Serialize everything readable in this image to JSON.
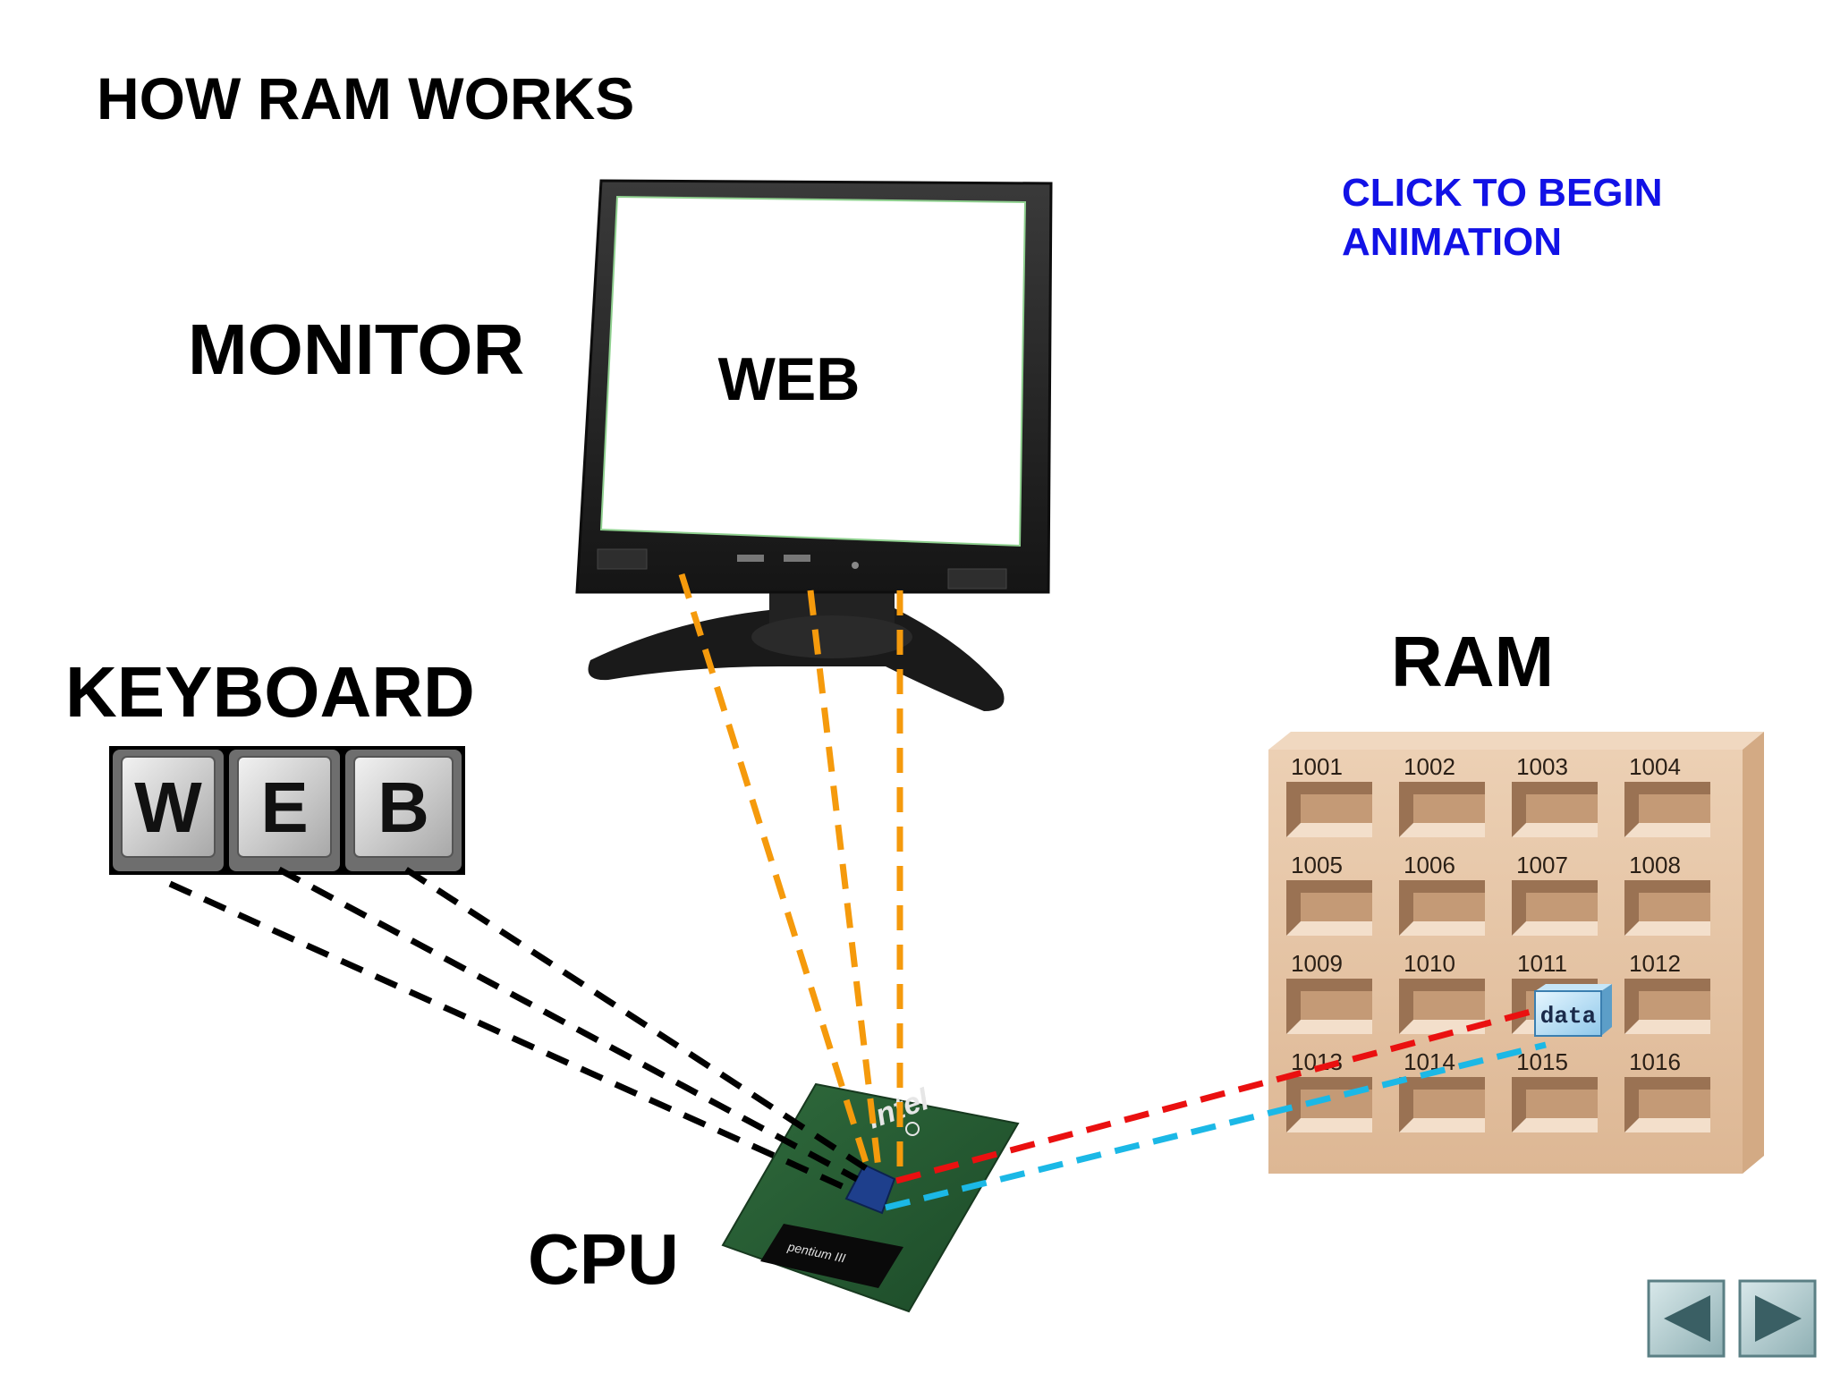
{
  "title": "HOW RAM WORKS",
  "labels": {
    "monitor": "MONITOR",
    "keyboard": "KEYBOARD",
    "ram": "RAM",
    "cpu": "CPU"
  },
  "click_prompt": {
    "line1": "CLICK TO BEGIN",
    "line2": "ANIMATION"
  },
  "screen_text": "WEB",
  "keys": [
    "W",
    "E",
    "B"
  ],
  "ram_cells": [
    "1001",
    "1002",
    "1003",
    "1004",
    "1005",
    "1006",
    "1007",
    "1008",
    "1009",
    "1010",
    "1011",
    "1012",
    "1013",
    "1014",
    "1015",
    "1016"
  ],
  "data_box_label": "data",
  "chip": {
    "brand": "intel",
    "model": "pentium III"
  },
  "colors": {
    "keyboard_lines": "#000000",
    "monitor_lines": "#f59a0c",
    "ram_write_line": "#ea1010",
    "ram_read_line": "#1bb8e6",
    "click_text": "#1212e6",
    "ram_cabinet": "#e8c7a8"
  },
  "nav": {
    "prev_icon": "triangle-left-icon",
    "next_icon": "triangle-right-icon"
  }
}
